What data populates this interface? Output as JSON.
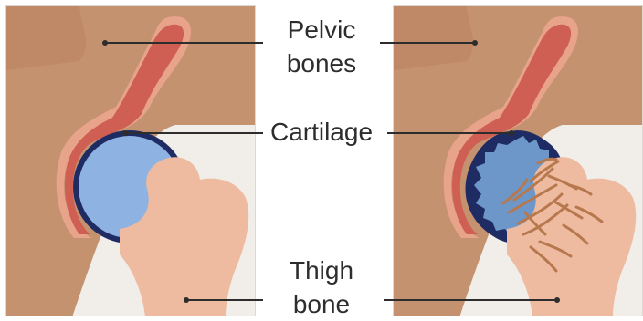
{
  "labels": {
    "pelvic_bones": [
      "Pelvic",
      "bones"
    ],
    "cartilage": "Cartilage",
    "thigh_bone": [
      "Thigh",
      "bone"
    ]
  },
  "colors": {
    "background": "#f1ede9",
    "pelvis": "#c59270",
    "pelvis_shadow": "#b9805f",
    "socket_outer": "#e7a48a",
    "socket_inner": "#cf5f52",
    "cartilage_healthy": "#8eb2e2",
    "cartilage_damaged": "#6c97c8",
    "cartilage_border": "#1f2c63",
    "thigh_bone": "#eebba1",
    "damage_lines": "#b7784e",
    "text": "#2d2d2d"
  },
  "icons": {
    "left_panel": "healthy-hip-joint-illustration",
    "right_panel": "arthritic-hip-joint-illustration"
  }
}
